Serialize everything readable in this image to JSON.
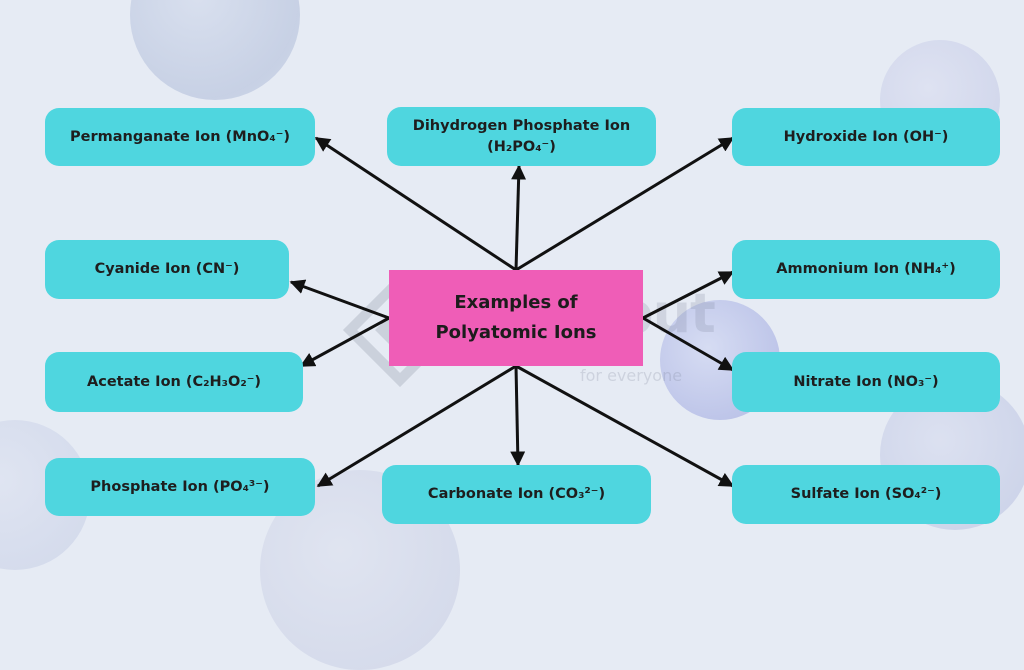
{
  "center": {
    "line1": "Examples of",
    "line2": "Polyatomic Ions"
  },
  "nodes": {
    "permanganate": "Permanganate Ion (MnO₄⁻)",
    "dihydrogen_line1": "Dihydrogen Phosphate Ion",
    "dihydrogen_line2": "(H₂PO₄⁻)",
    "hydroxide": "Hydroxide Ion (OH⁻)",
    "cyanide": "Cyanide Ion (CN⁻)",
    "ammonium": "Ammonium Ion (NH₄⁺)",
    "acetate": "Acetate Ion (C₂H₃O₂⁻)",
    "nitrate": "Nitrate Ion (NO₃⁻)",
    "phosphate": "Phosphate Ion (PO₄³⁻)",
    "carbonate": "Carbonate Ion (CO₃²⁻)",
    "sulfate": "Sulfate Ion (SO₄²⁻)"
  },
  "watermark": {
    "brand": "input",
    "tagline": "for everyone"
  },
  "colors": {
    "node": "#4fd6df",
    "center": "#ef5db7",
    "arrow": "#111111",
    "background": "#e6ebf4"
  }
}
